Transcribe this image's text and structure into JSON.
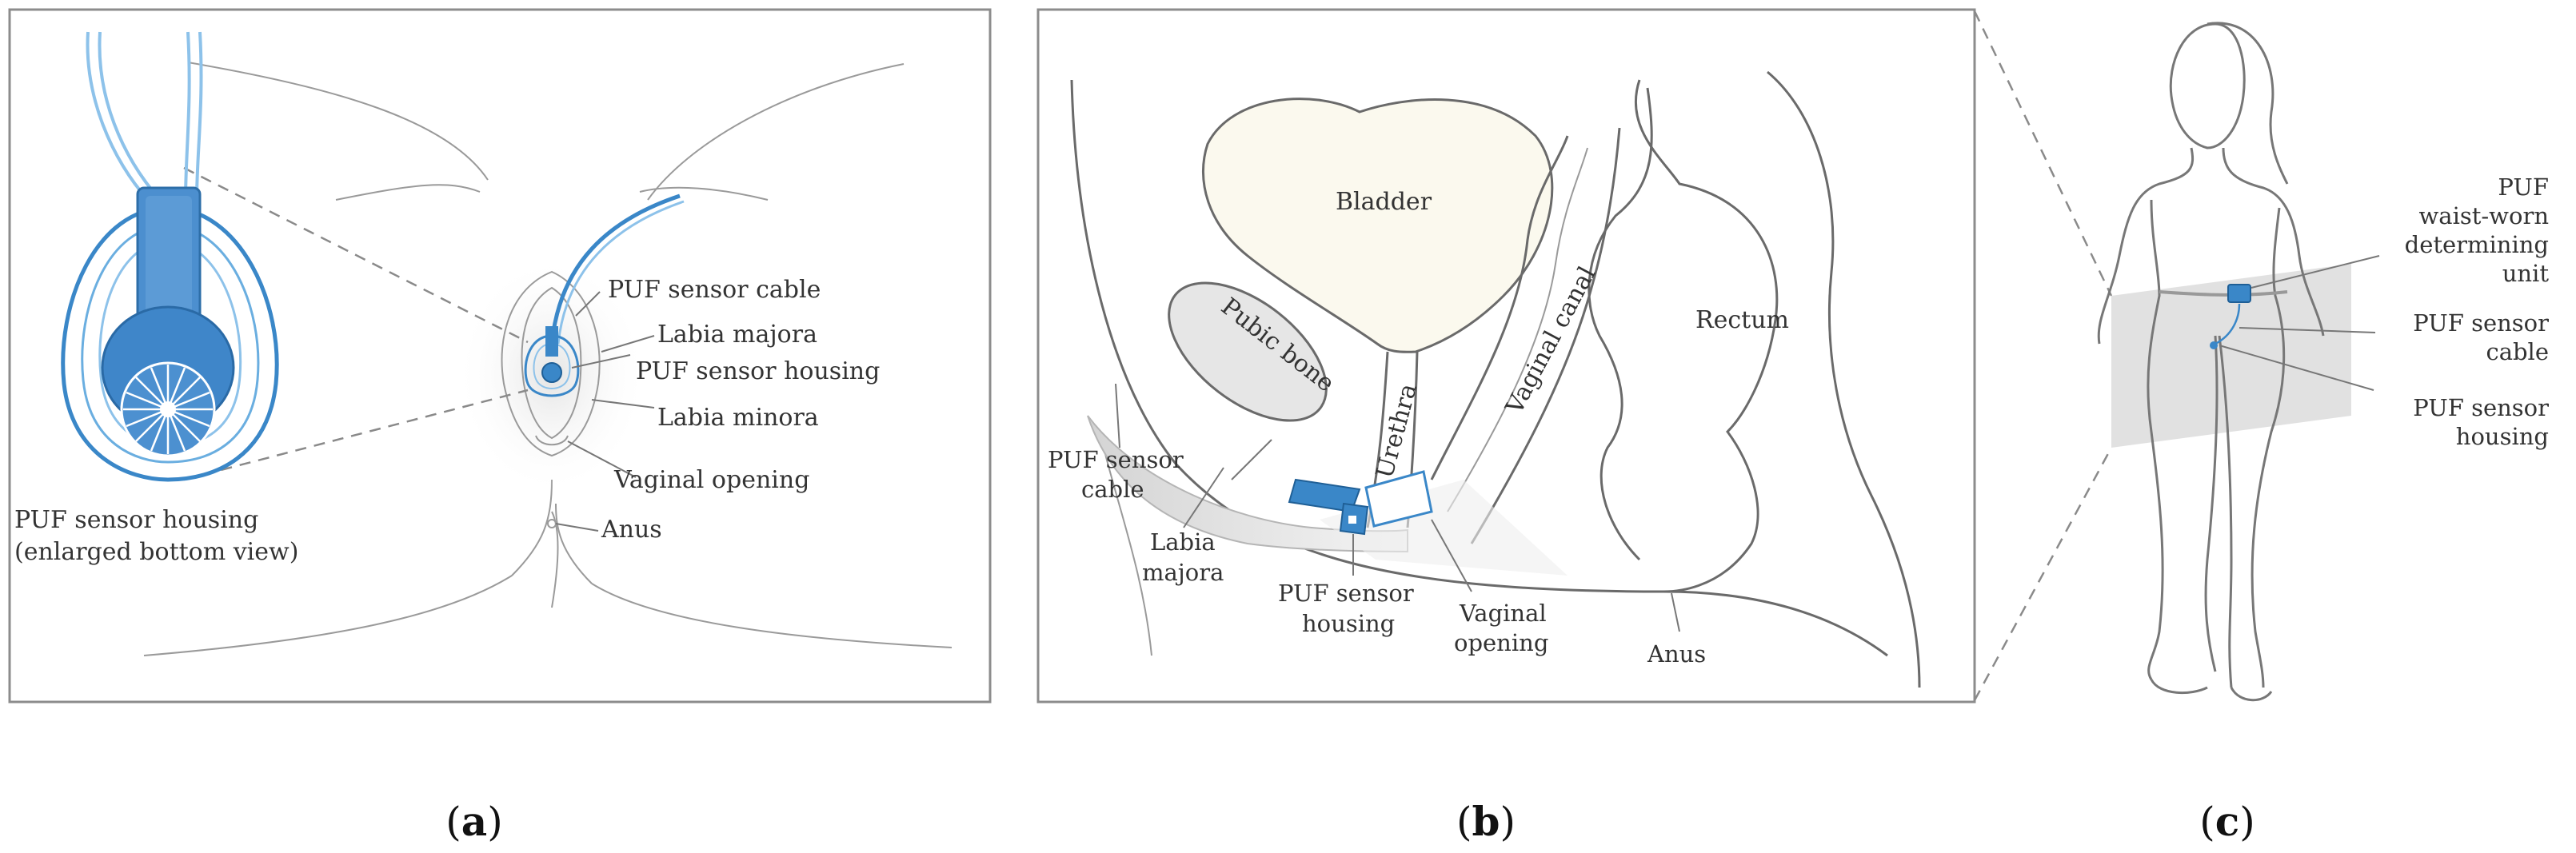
{
  "panel_a": {
    "labels": {
      "sensor_cable": "PUF sensor cable",
      "labia_majora": "Labia majora",
      "sensor_housing": "PUF sensor housing",
      "labia_minora": "Labia minora",
      "vaginal_opening": "Vaginal opening",
      "anus": "Anus",
      "inset_line1": "PUF sensor housing",
      "inset_line2": "(enlarged bottom view)"
    },
    "caption": {
      "open": "(",
      "letter": "a",
      "close": ")"
    }
  },
  "panel_b": {
    "labels": {
      "bladder": "Bladder",
      "pubic_bone": "Pubic bone",
      "urethra": "Urethra",
      "vaginal_canal": "Vaginal canal",
      "rectum": "Rectum",
      "cable_line1": "PUF sensor",
      "cable_line2": "cable",
      "labia_line1": "Labia",
      "labia_line2": "majora",
      "housing_line1": "PUF sensor",
      "housing_line2": "housing",
      "opening_line1": "Vaginal",
      "opening_line2": "opening",
      "anus": "Anus"
    },
    "caption": {
      "open": "(",
      "letter": "b",
      "close": ")"
    }
  },
  "panel_c": {
    "labels": {
      "unit_line1": "PUF",
      "unit_line2": "waist-worn",
      "unit_line3": "determining",
      "unit_line4": "unit",
      "cable_line1": "PUF sensor",
      "cable_line2": "cable",
      "housing_line1": "PUF sensor",
      "housing_line2": "housing"
    },
    "caption": {
      "open": "(",
      "letter": "c",
      "close": ")"
    }
  },
  "colors": {
    "device_blue": "#3a87c8",
    "device_light_blue": "#8dc2ea",
    "bladder_fill": "#fbf9ee",
    "bone_fill": "#e6e6e6",
    "panel_border": "#8c8c8c"
  }
}
